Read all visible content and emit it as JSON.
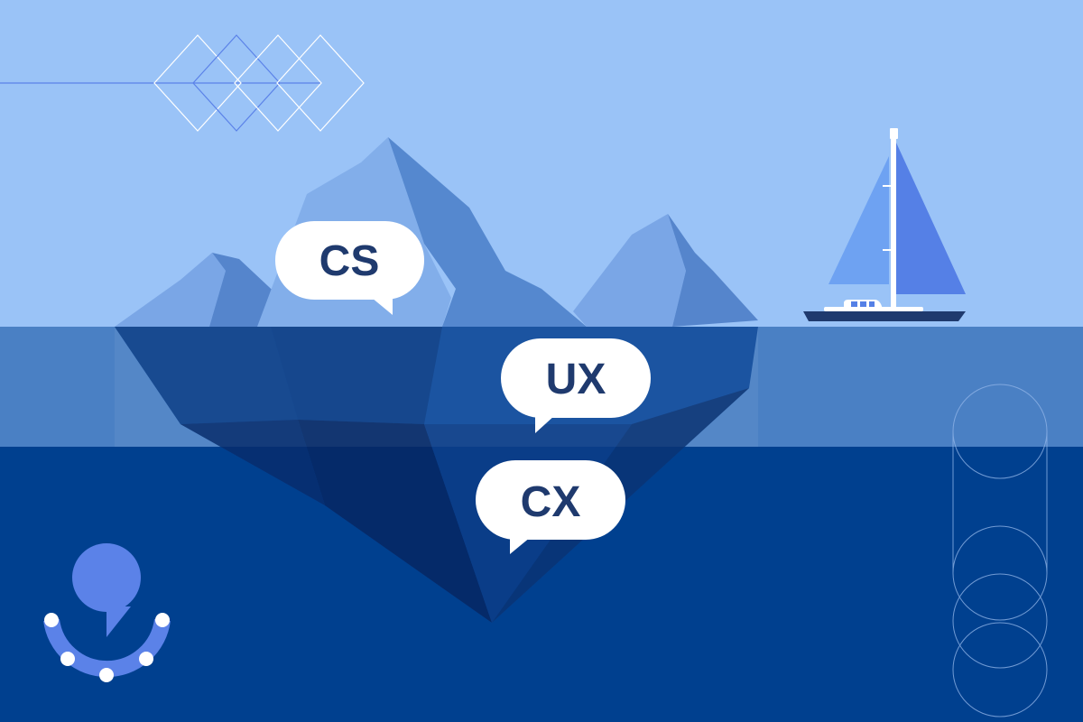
{
  "bubbles": [
    {
      "label": "CS"
    },
    {
      "label": "UX"
    },
    {
      "label": "CX"
    }
  ],
  "colors": {
    "sky": "#9ac3f7",
    "shallow_water": "#4a80c4",
    "deep_water": "#00408f",
    "text": "#1f3a6e",
    "accent": "#5b82e8"
  }
}
